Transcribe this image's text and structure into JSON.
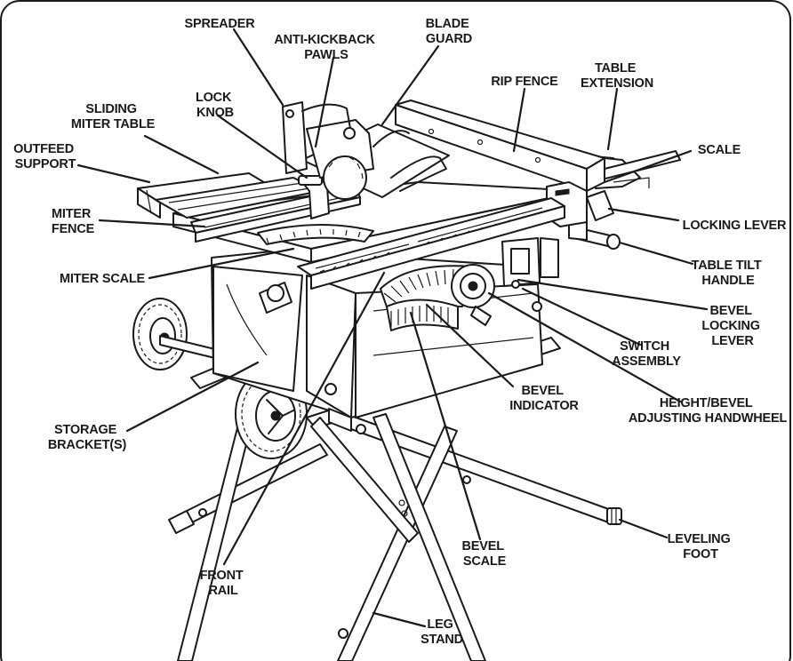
{
  "labels": {
    "spreader": [
      "SPREADER"
    ],
    "anti_kickback_pawls": [
      "ANTI-KICKBACK",
      "PAWLS"
    ],
    "blade_guard": [
      "BLADE",
      "GUARD"
    ],
    "rip_fence": [
      "RIP FENCE"
    ],
    "table_extension": [
      "TABLE",
      "EXTENSION"
    ],
    "sliding_miter_table": [
      "SLIDING",
      "MITER TABLE"
    ],
    "lock_knob": [
      "LOCK",
      "KNOB"
    ],
    "outfeed_support": [
      "OUTFEED",
      "SUPPORT"
    ],
    "scale": [
      "SCALE"
    ],
    "miter_fence": [
      "MITER",
      "FENCE"
    ],
    "locking_lever": [
      "LOCKING LEVER"
    ],
    "table_tilt_handle": [
      "TABLE TILT",
      "HANDLE"
    ],
    "miter_scale": [
      "MITER SCALE"
    ],
    "bevel_locking_lever": [
      "BEVEL",
      "LOCKING",
      "LEVER"
    ],
    "switch_assembly": [
      "SWITCH",
      "ASSEMBLY"
    ],
    "bevel_indicator": [
      "BEVEL",
      "INDICATOR"
    ],
    "height_bevel_handwheel": [
      "HEIGHT/BEVEL",
      "ADJUSTING HANDWHEEL"
    ],
    "storage_brackets": [
      "STORAGE",
      "BRACKET(S)"
    ],
    "leveling_foot": [
      "LEVELING",
      "FOOT"
    ],
    "bevel_scale": [
      "BEVEL",
      "SCALE"
    ],
    "front_rail": [
      "FRONT",
      "RAIL"
    ],
    "leg_stand": [
      "LEG",
      "STAND"
    ]
  }
}
